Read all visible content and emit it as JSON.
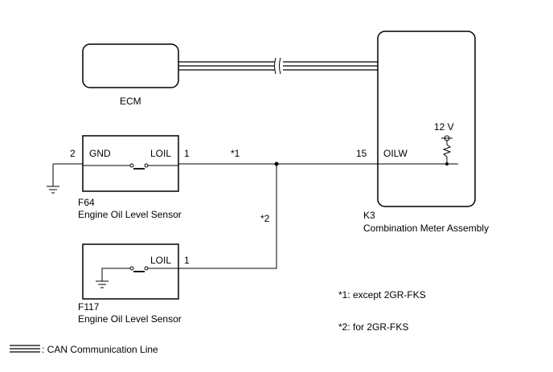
{
  "ecm": {
    "label": "ECM"
  },
  "meter": {
    "code": "K3",
    "name": "Combination Meter Assembly",
    "pin": "15",
    "pin_name": "OILW",
    "voltage": "12 V"
  },
  "sensor_f64": {
    "code": "F64",
    "name": "Engine Oil Level Sensor",
    "gnd_pin": "2",
    "gnd_name": "GND",
    "loil_name": "LOIL",
    "loil_pin": "1"
  },
  "sensor_f117": {
    "code": "F117",
    "name": "Engine Oil Level Sensor",
    "loil_name": "LOIL",
    "loil_pin": "1"
  },
  "wire_marks": {
    "mark1": "*1",
    "mark2": "*2"
  },
  "notes": {
    "note1": "*1: except 2GR-FKS",
    "note2": "*2: for 2GR-FKS"
  },
  "legend": {
    "can_line": ": CAN Communication Line"
  }
}
